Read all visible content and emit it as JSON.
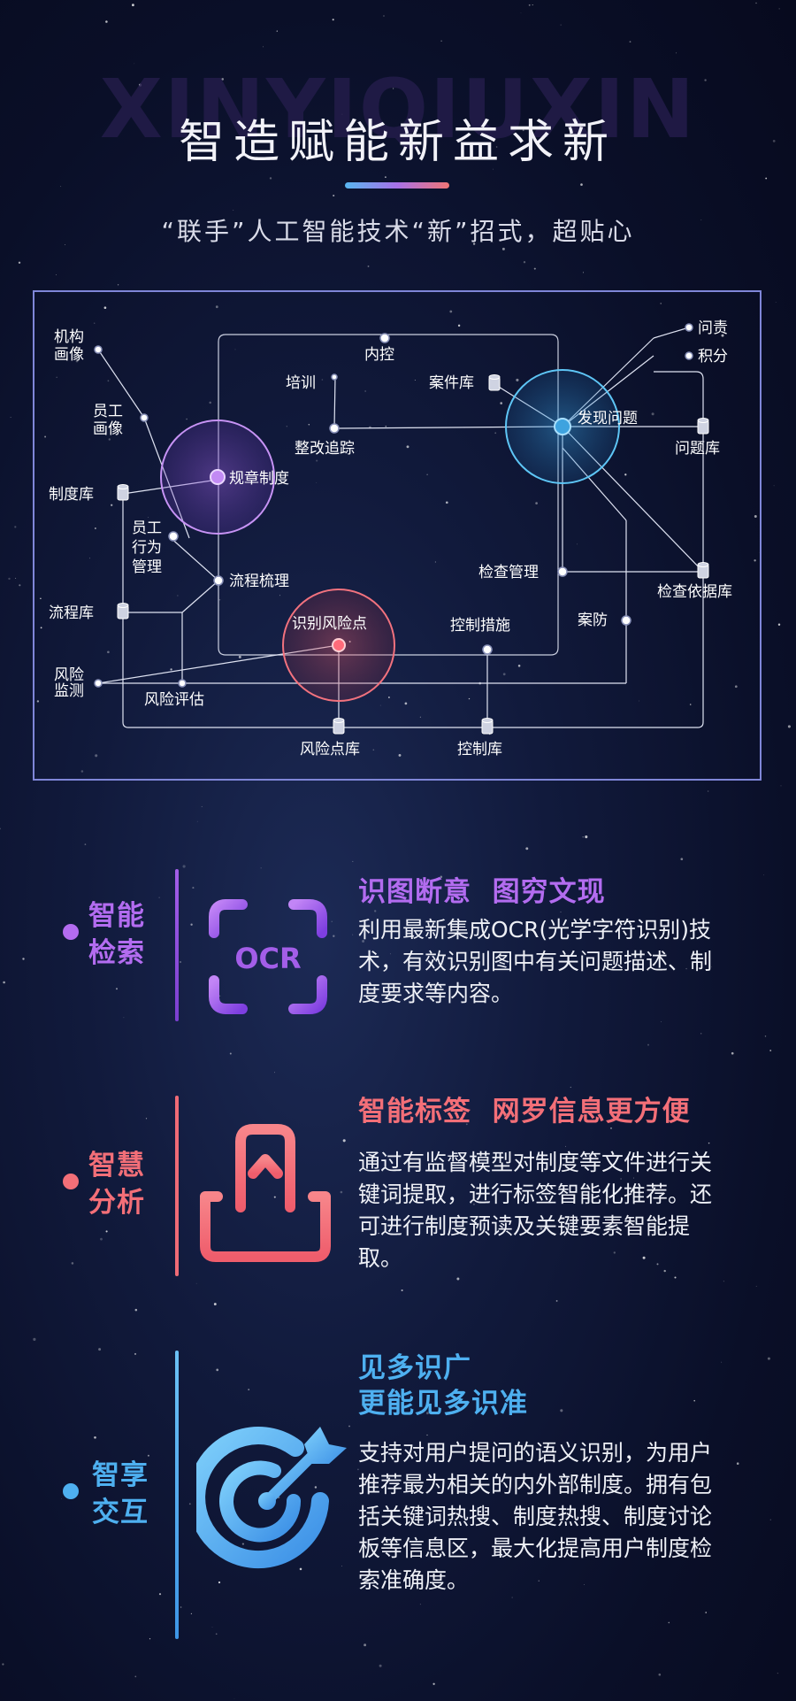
{
  "header": {
    "ghost_text": "XINYIQIUXIN",
    "title": "智造赋能新益求新",
    "subtitle": "“联手”人工智能技术“新”招式，超贴心"
  },
  "diagram": {
    "nodes": {
      "jigou": "机构",
      "jigou2": "画像",
      "yuangong": "员工",
      "yuangong2": "画像",
      "zhiduku": "制度库",
      "guizhang": "规章制度",
      "xingwei1": "员工",
      "xingwei2": "行为",
      "xingwei3": "管理",
      "liucheng_shuli": "流程梳理",
      "liuchengku": "流程库",
      "fengxian1": "风险",
      "fengxian2": "监测",
      "fengxian_pinggu": "风险评估",
      "shibie": "识别风险点",
      "fengxiandianku": "风险点库",
      "kongzhi_cuoshi": "控制措施",
      "kongzhiku": "控制库",
      "neikong": "内控",
      "peixun": "培训",
      "zhenggai": "整改追踪",
      "anjianku": "案件库",
      "faxian": "发现问题",
      "wenze": "问责",
      "jifen": "积分",
      "wentiku": "问题库",
      "jiancha_guanli": "检查管理",
      "jiancha_yiju": "检查依据库",
      "anfang": "案防"
    }
  },
  "features": [
    {
      "category_line1": "智能",
      "category_line2": "检索",
      "icon": "ocr-scan-icon",
      "icon_text": "OCR",
      "heading_a": "识图断意",
      "heading_b": "图穷文现",
      "description": "利用最新集成OCR(光学字符识别)技术，有效识别图中有关问题描述、制度要求等内容。",
      "color": "#b36cf0"
    },
    {
      "category_line1": "智慧",
      "category_line2": "分析",
      "icon": "upload-tray-icon",
      "heading_a": "智能标签",
      "heading_b": "网罗信息更方便",
      "description": "通过有监督模型对制度等文件进行关键词提取，进行标签智能化推荐。还可进行制度预读及关键要素智能提取。",
      "color": "#f36f78"
    },
    {
      "category_line1": "智享",
      "category_line2": "交互",
      "icon": "target-arrow-icon",
      "heading_a": "见多识广",
      "heading_b": "更能见多识准",
      "description": "支持对用户提问的语义识别，为用户推荐最为相关的内外部制度。拥有包括关键词热搜、制度热搜、制度讨论板等信息区，最大化提高用户制度检索准确度。",
      "color": "#4eb0f0"
    }
  ]
}
